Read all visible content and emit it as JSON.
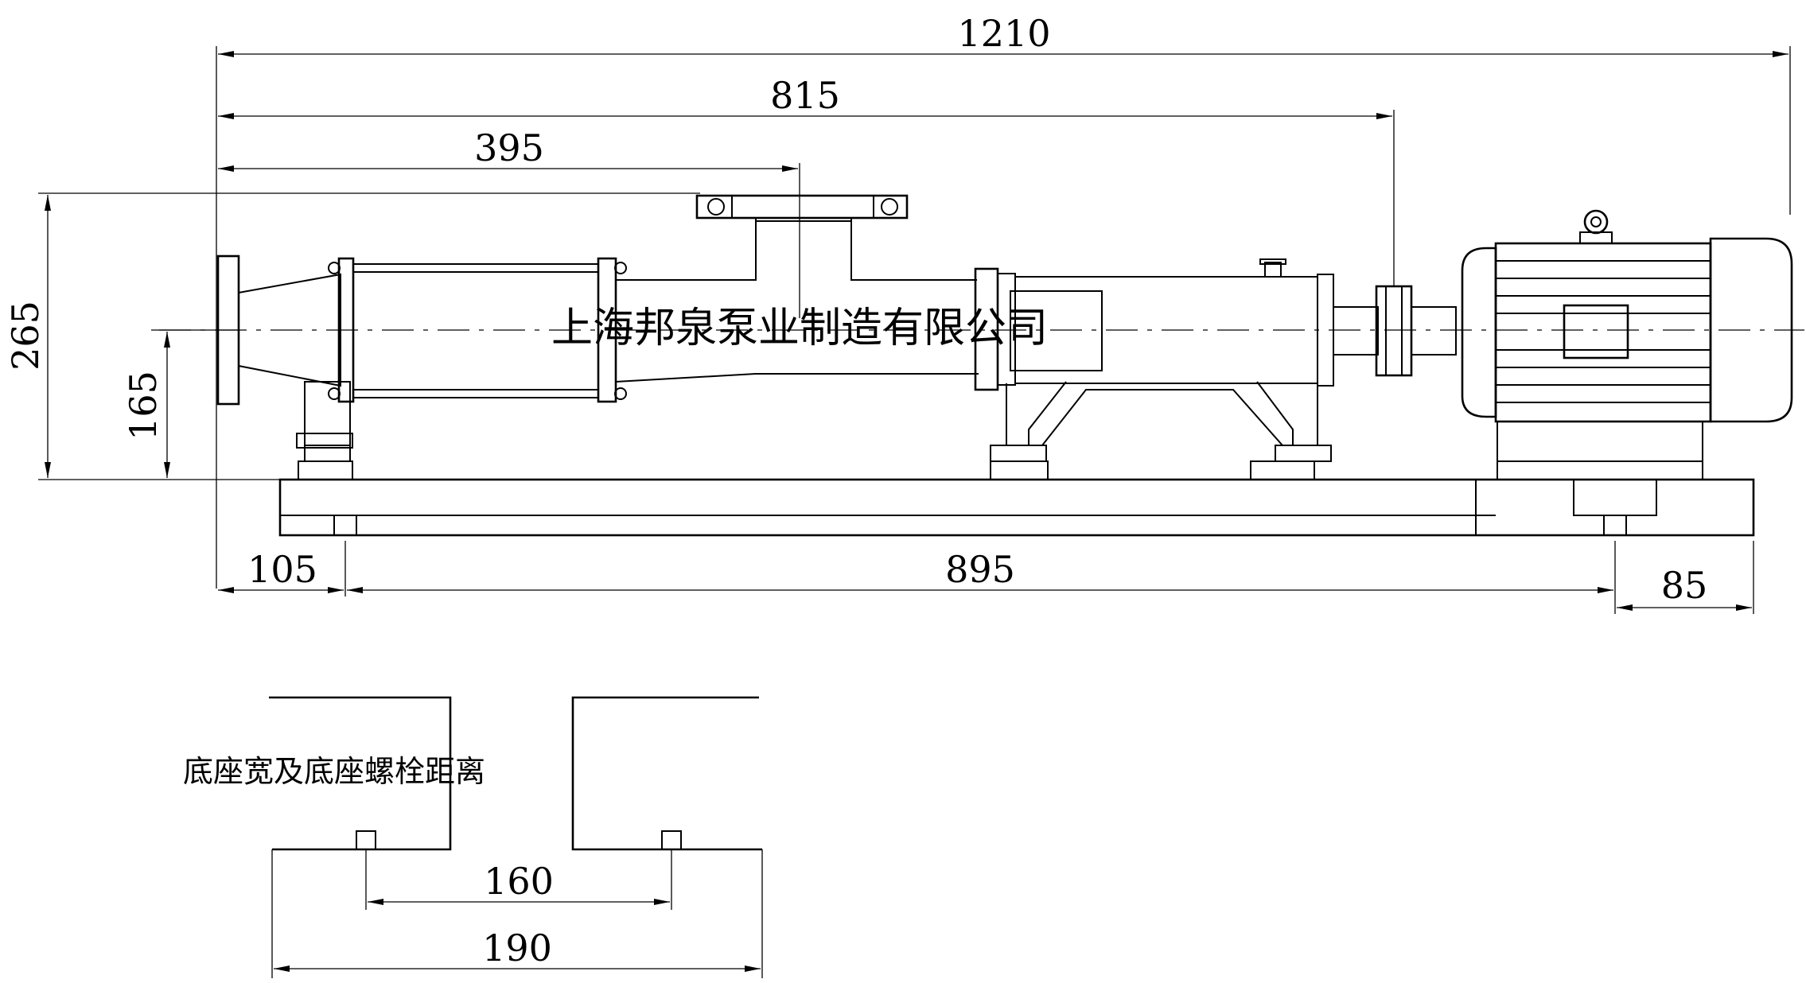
{
  "drawing": {
    "watermark": "上海邦泉泵业制造有限公司",
    "section_label": "底座宽及底座螺栓距离",
    "dimensions": {
      "overall_length": "1210",
      "to_coupling": "815",
      "to_outlet": "395",
      "overall_height": "265",
      "inlet_center_height": "165",
      "base_left_offset": "105",
      "base_bolt_span": "895",
      "base_right_offset": "85",
      "base_bolt_distance": "160",
      "base_width": "190"
    }
  }
}
